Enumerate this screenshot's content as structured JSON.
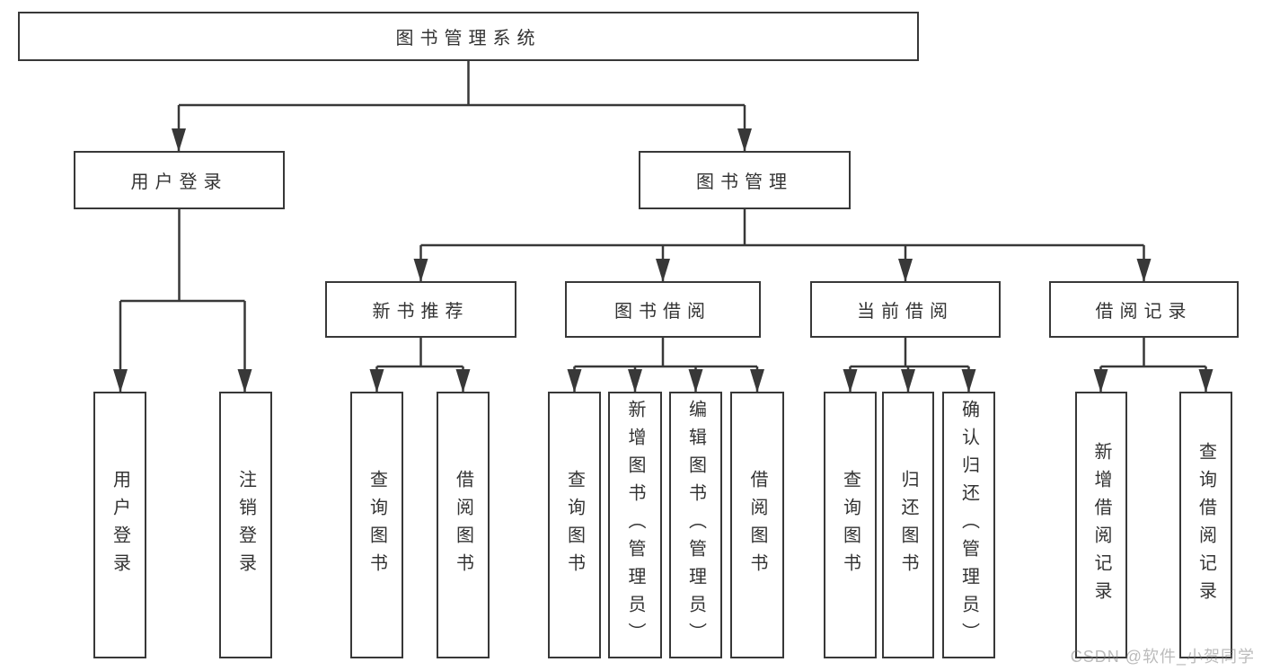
{
  "diagram": {
    "title": "图书管理系统",
    "type": "hierarchy-tree",
    "tree": {
      "label": "图书管理系统",
      "children": [
        {
          "label": "用户登录",
          "children": [
            {
              "label": "用户登录"
            },
            {
              "label": "注销登录"
            }
          ]
        },
        {
          "label": "图书管理",
          "children": [
            {
              "label": "新书推荐",
              "children": [
                {
                  "label": "查询图书"
                },
                {
                  "label": "借阅图书"
                }
              ]
            },
            {
              "label": "图书借阅",
              "children": [
                {
                  "label": "查询图书"
                },
                {
                  "label": "新增图书（管理员）"
                },
                {
                  "label": "编辑图书（管理员）"
                },
                {
                  "label": "借阅图书"
                }
              ]
            },
            {
              "label": "当前借阅",
              "children": [
                {
                  "label": "查询图书"
                },
                {
                  "label": "归还图书"
                },
                {
                  "label": "确认归还（管理员）"
                }
              ]
            },
            {
              "label": "借阅记录",
              "children": [
                {
                  "label": "新增借阅记录"
                },
                {
                  "label": "查询借阅记录"
                }
              ]
            }
          ]
        }
      ]
    }
  },
  "watermark": {
    "text": "CSDN @软件_小贺同学"
  },
  "colors": {
    "line": "#383838",
    "box_border": "#383838",
    "text": "#333333",
    "background": "#ffffff",
    "watermark": "#c9c9c9"
  }
}
